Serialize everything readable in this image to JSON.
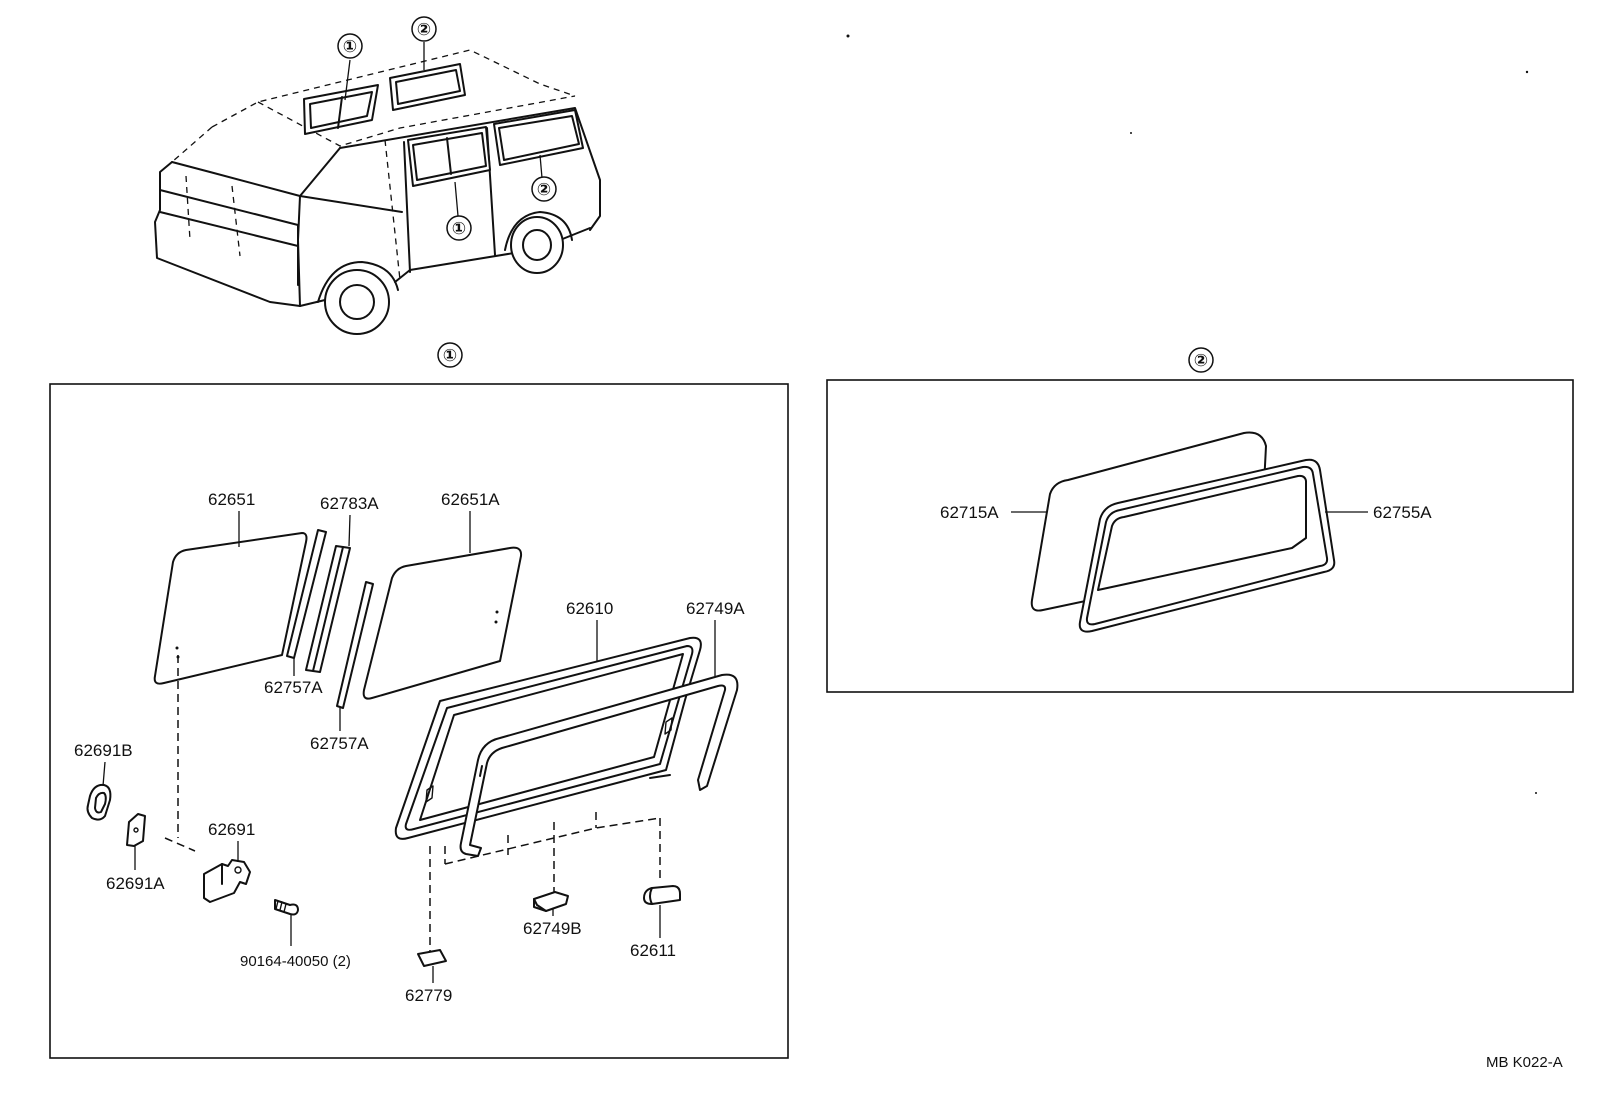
{
  "overview": {
    "callouts": [
      {
        "text": "①"
      },
      {
        "text": "②"
      },
      {
        "text": "②"
      },
      {
        "text": "①"
      }
    ]
  },
  "panel_1": {
    "header": "①",
    "parts": {
      "p62651": "62651",
      "p62783A": "62783A",
      "p62651A": "62651A",
      "p62610": "62610",
      "p62749A": "62749A",
      "p62757A_1": "62757A",
      "p62757A_2": "62757A",
      "p62691B": "62691B",
      "p62691": "62691",
      "p62691A": "62691A",
      "p90164": "90164-40050 (2)",
      "p62749B": "62749B",
      "p62611": "62611",
      "p62779": "62779"
    }
  },
  "panel_2": {
    "header": "②",
    "parts": {
      "p62715A": "62715A",
      "p62755A": "62755A"
    }
  },
  "footer": {
    "code": "MB  K022-A"
  }
}
